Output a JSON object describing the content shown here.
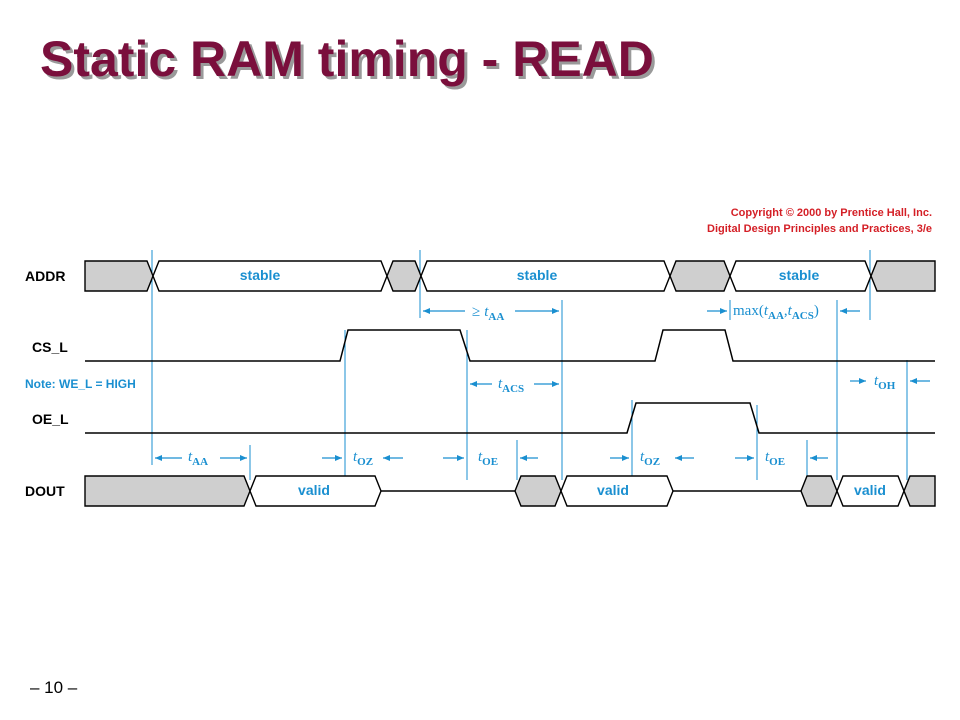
{
  "slide": {
    "title": "Static RAM timing - READ",
    "page_number": "– 10 –"
  },
  "copyright": {
    "line1": "Copyright © 2000 by Prentice Hall, Inc.",
    "line2": "Digital Design Principles and Practices, 3/e"
  },
  "note": "Note: WE_L = HIGH",
  "signals": {
    "addr": "ADDR",
    "cs": "CS_L",
    "oe": "OE_L",
    "dout": "DOUT"
  },
  "bus_labels": {
    "stable": "stable",
    "valid": "valid"
  },
  "timing": {
    "t": "t",
    "aa": "AA",
    "acs": "ACS",
    "oz": "OZ",
    "oe": "OE",
    "oh": "OH",
    "ge": "≥",
    "max_open": "max(",
    "comma": ",",
    "close": ")"
  },
  "colors": {
    "title": "#7a0f3c",
    "accent": "#1a8fd0",
    "copyright": "#d41f26",
    "bus_fill": "#cfcfcf"
  }
}
